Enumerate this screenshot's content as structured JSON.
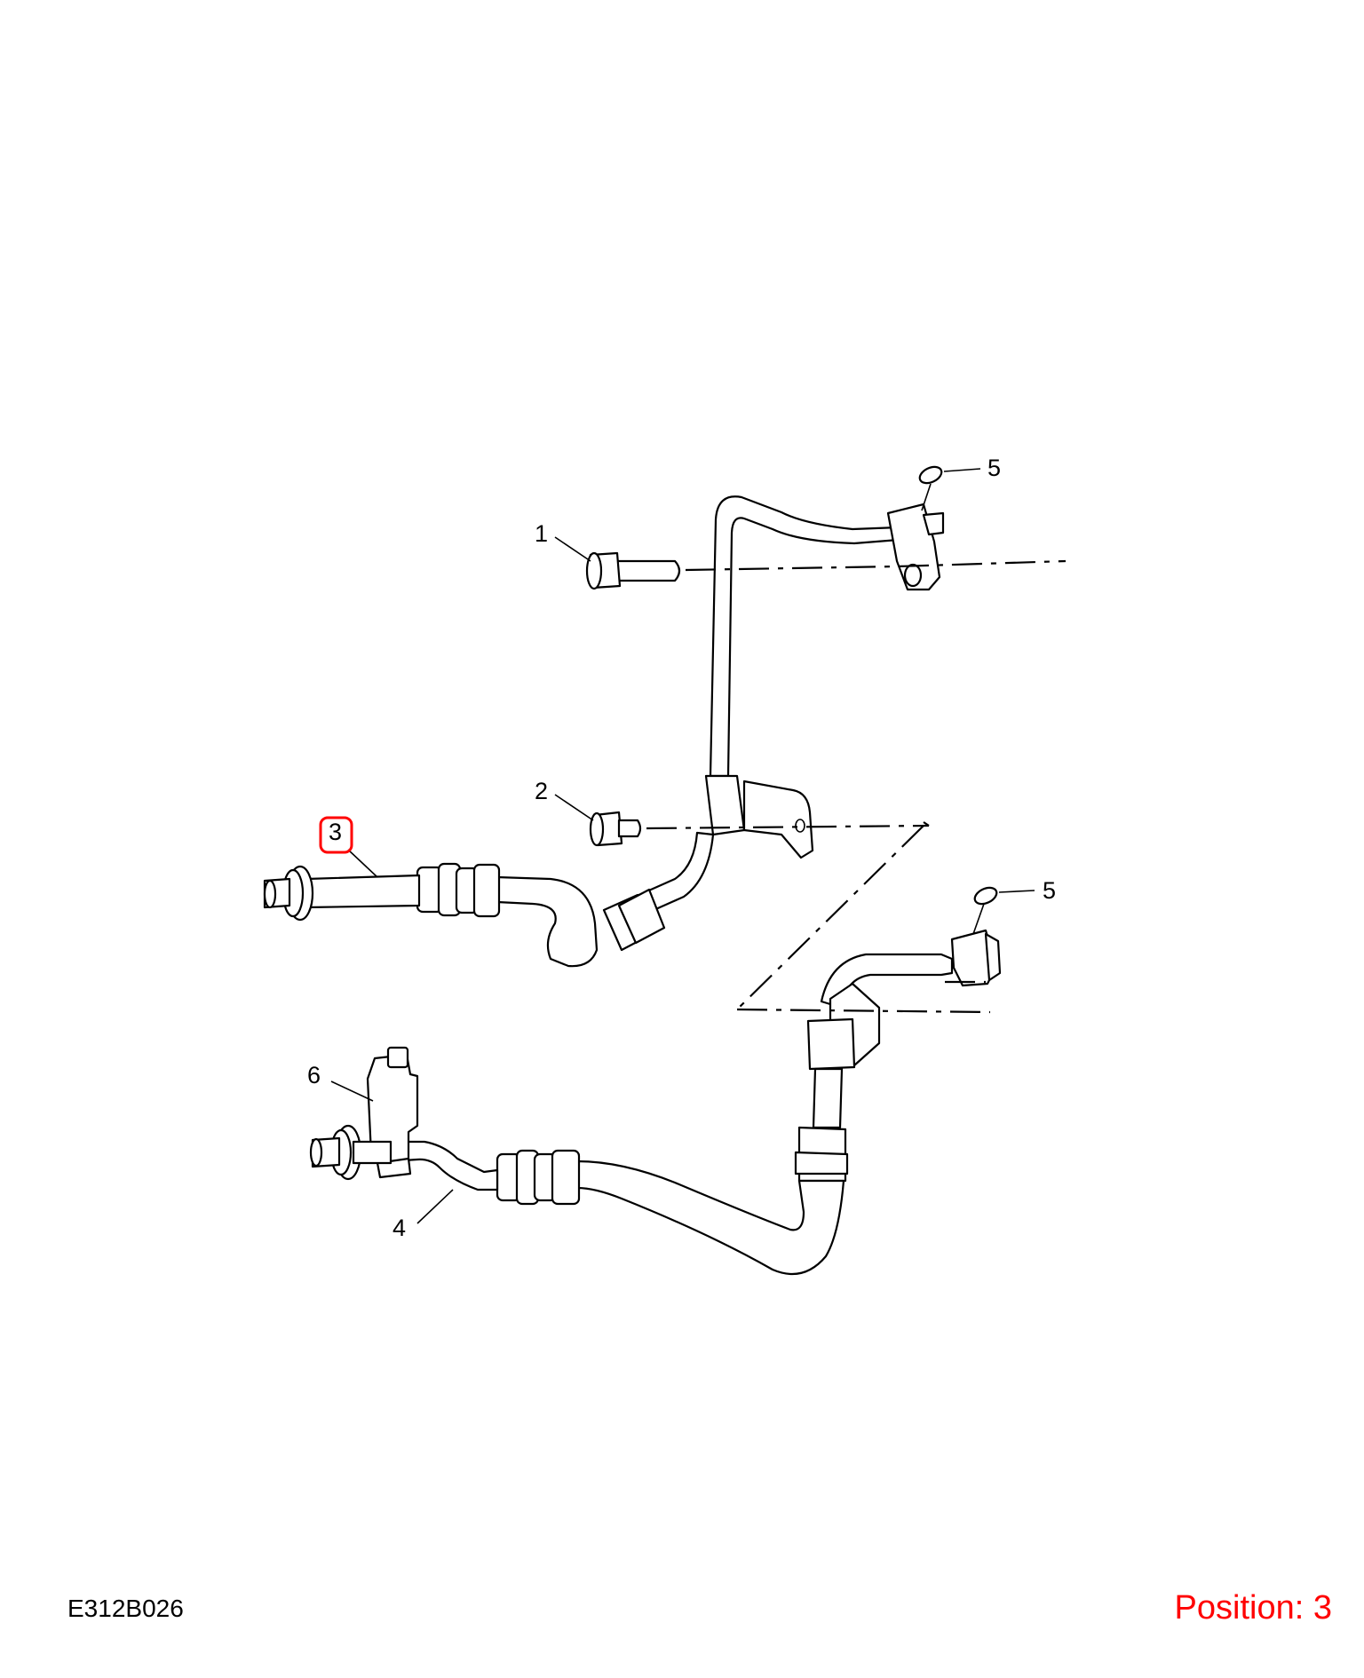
{
  "diagram": {
    "code": "E312B026",
    "position_label": "Position: 3",
    "highlight_color": "#ff0000",
    "callouts": {
      "c1": "1",
      "c2": "2",
      "c3": "3",
      "c4": "4",
      "c5a": "5",
      "c5b": "5",
      "c6": "6"
    }
  }
}
